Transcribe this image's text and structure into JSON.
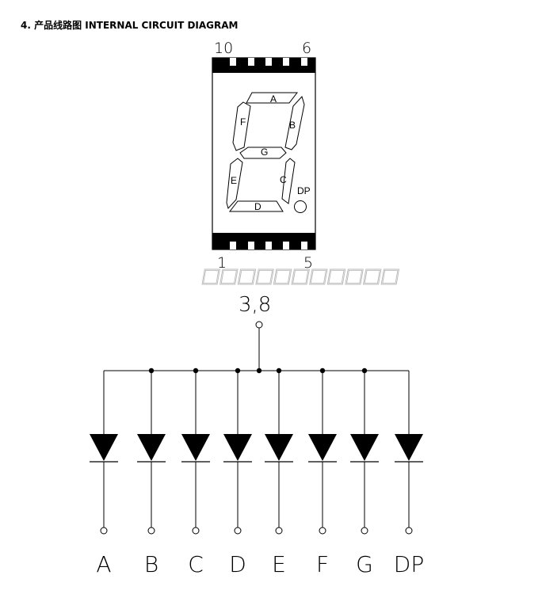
{
  "heading": "4. 产品线路图 INTERNAL CIRCUIT DIAGRAM",
  "package": {
    "pin_top_left": "10",
    "pin_top_right": "6",
    "pin_bottom_left": "1",
    "pin_bottom_right": "5",
    "segments": {
      "a": "A",
      "b": "B",
      "c": "C",
      "d": "D",
      "e": "E",
      "f": "F",
      "g": "G",
      "dp": "DP"
    }
  },
  "watermark": "□□□□□□□□□□□",
  "circuit": {
    "common_pins": "3,8",
    "diodes": [
      "A",
      "B",
      "C",
      "D",
      "E",
      "F",
      "G",
      "DP"
    ]
  },
  "colors": {
    "ink": "#000000",
    "watermark": "#b8b8b8"
  }
}
